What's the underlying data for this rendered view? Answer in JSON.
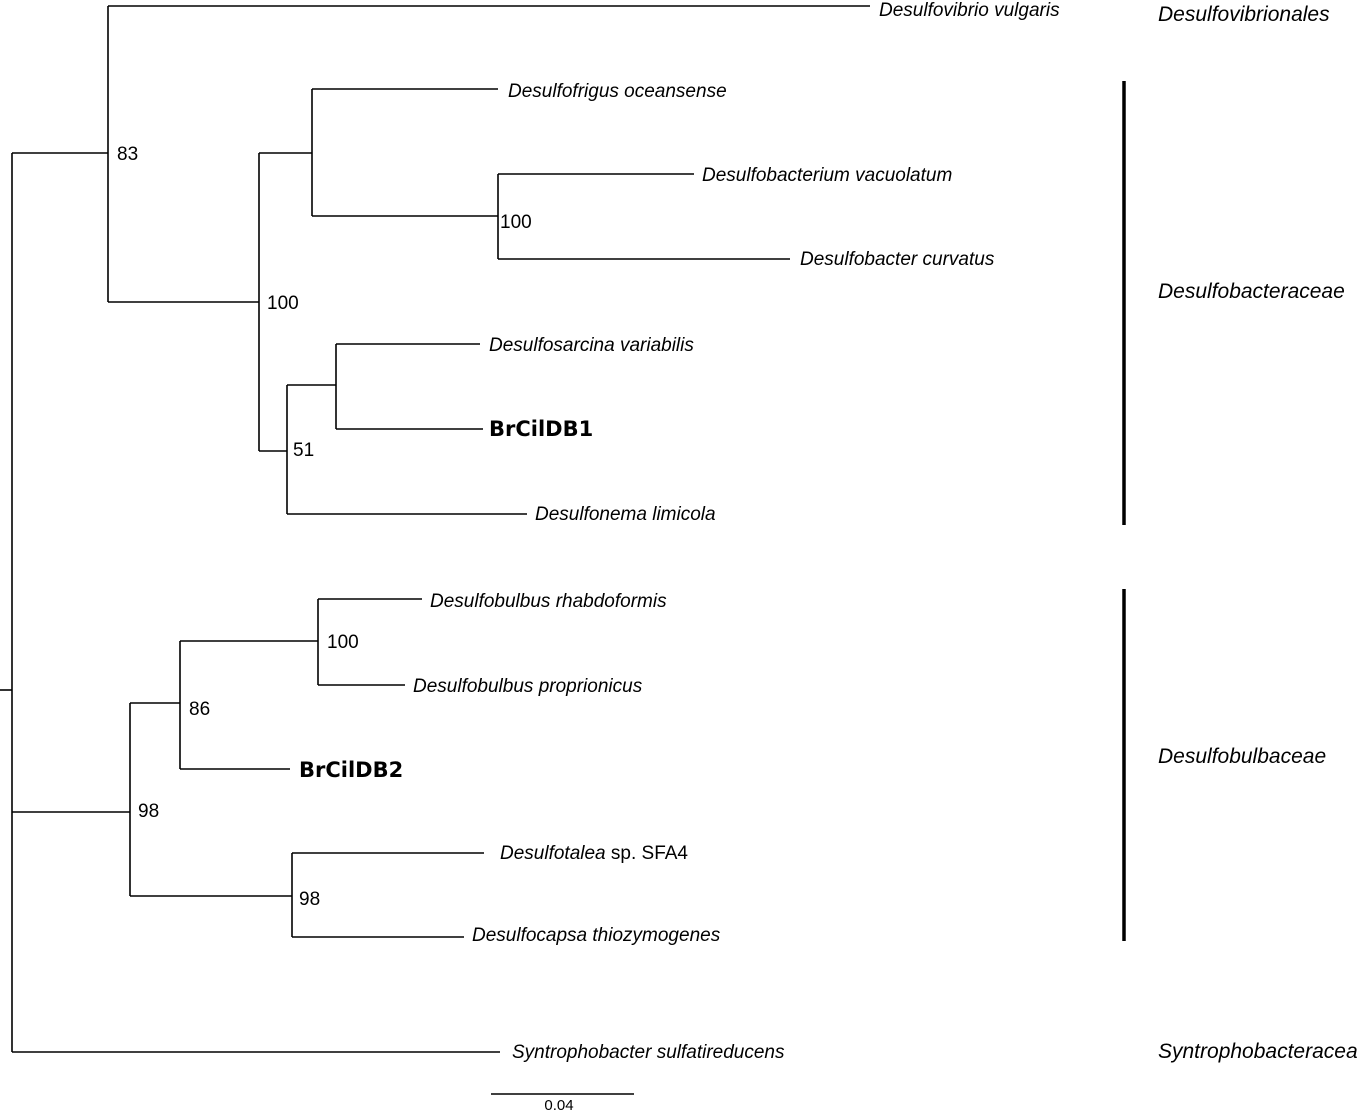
{
  "tree": {
    "leaves": {
      "d_vulgaris": "Desulfovibrio vulgaris",
      "d_oceansense": "Desulfofrigus oceansense",
      "d_vacuolatum": "Desulfobacterium vacuolatum",
      "d_curvatus": "Desulfobacter curvatus",
      "d_variabilis": "Desulfosarcina variabilis",
      "brcildb1": "BrCilDB1",
      "d_limicola": "Desulfonema limicola",
      "d_rhabdoformis": "Desulfobulbus rhabdoformis",
      "d_proprionicus": "Desulfobulbus proprionicus",
      "brcildb2": "BrCilDB2",
      "d_sfa4_genus": "Desulfotalea",
      "d_sfa4_rest": " sp. SFA4",
      "d_thiozymogenes": "Desulfocapsa thiozymogenes",
      "s_sulfatireducens": "Syntrophobacter sulfatireducens"
    },
    "support": {
      "n83": "83",
      "n100_a": "100",
      "n100_b": "100",
      "n51": "51",
      "n100_c": "100",
      "n86": "86",
      "n98_a": "98",
      "n98_b": "98"
    },
    "groups": {
      "desulfovibrionales": "Desulfovibrionales",
      "desulfobacteraceae": "Desulfobacteraceae",
      "desulfobulbaceae": "Desulfobulbaceae",
      "syntrophobacteraceae": "Syntrophobacteraceae"
    },
    "scale_bar": {
      "label": "0.04"
    }
  }
}
